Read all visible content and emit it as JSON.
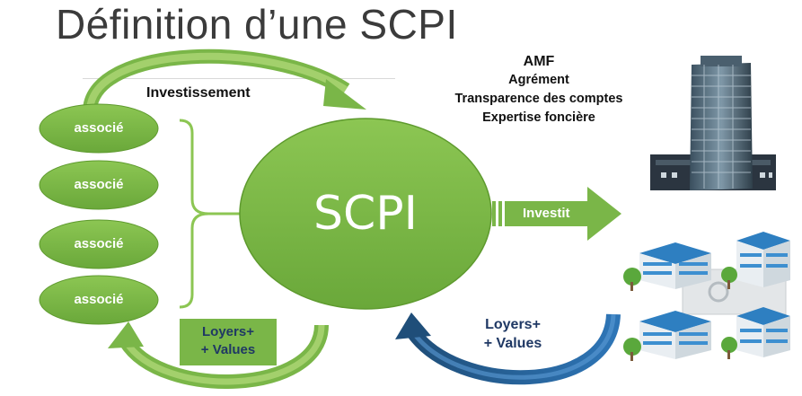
{
  "title": "Définition d’une SCPI",
  "center_label": "SCPI",
  "associates": [
    "associé",
    "associé",
    "associé",
    "associé"
  ],
  "labels": {
    "investissement": "Investissement",
    "investit": "Investit",
    "loyers_left_line1": "Loyers+",
    "loyers_left_line2": "+ Values",
    "loyers_right_line1": "Loyers+",
    "loyers_right_line2": "+ Values"
  },
  "regulation": [
    "AMF",
    "Agrément",
    "Transparence des comptes",
    "Expertise foncière"
  ],
  "colors": {
    "green_fill": "#7ab648",
    "green_dark": "#5e9a2e",
    "green_light": "#a9d46c",
    "blue_arrow": "#1f4e79",
    "navy_text": "#1f3864"
  }
}
